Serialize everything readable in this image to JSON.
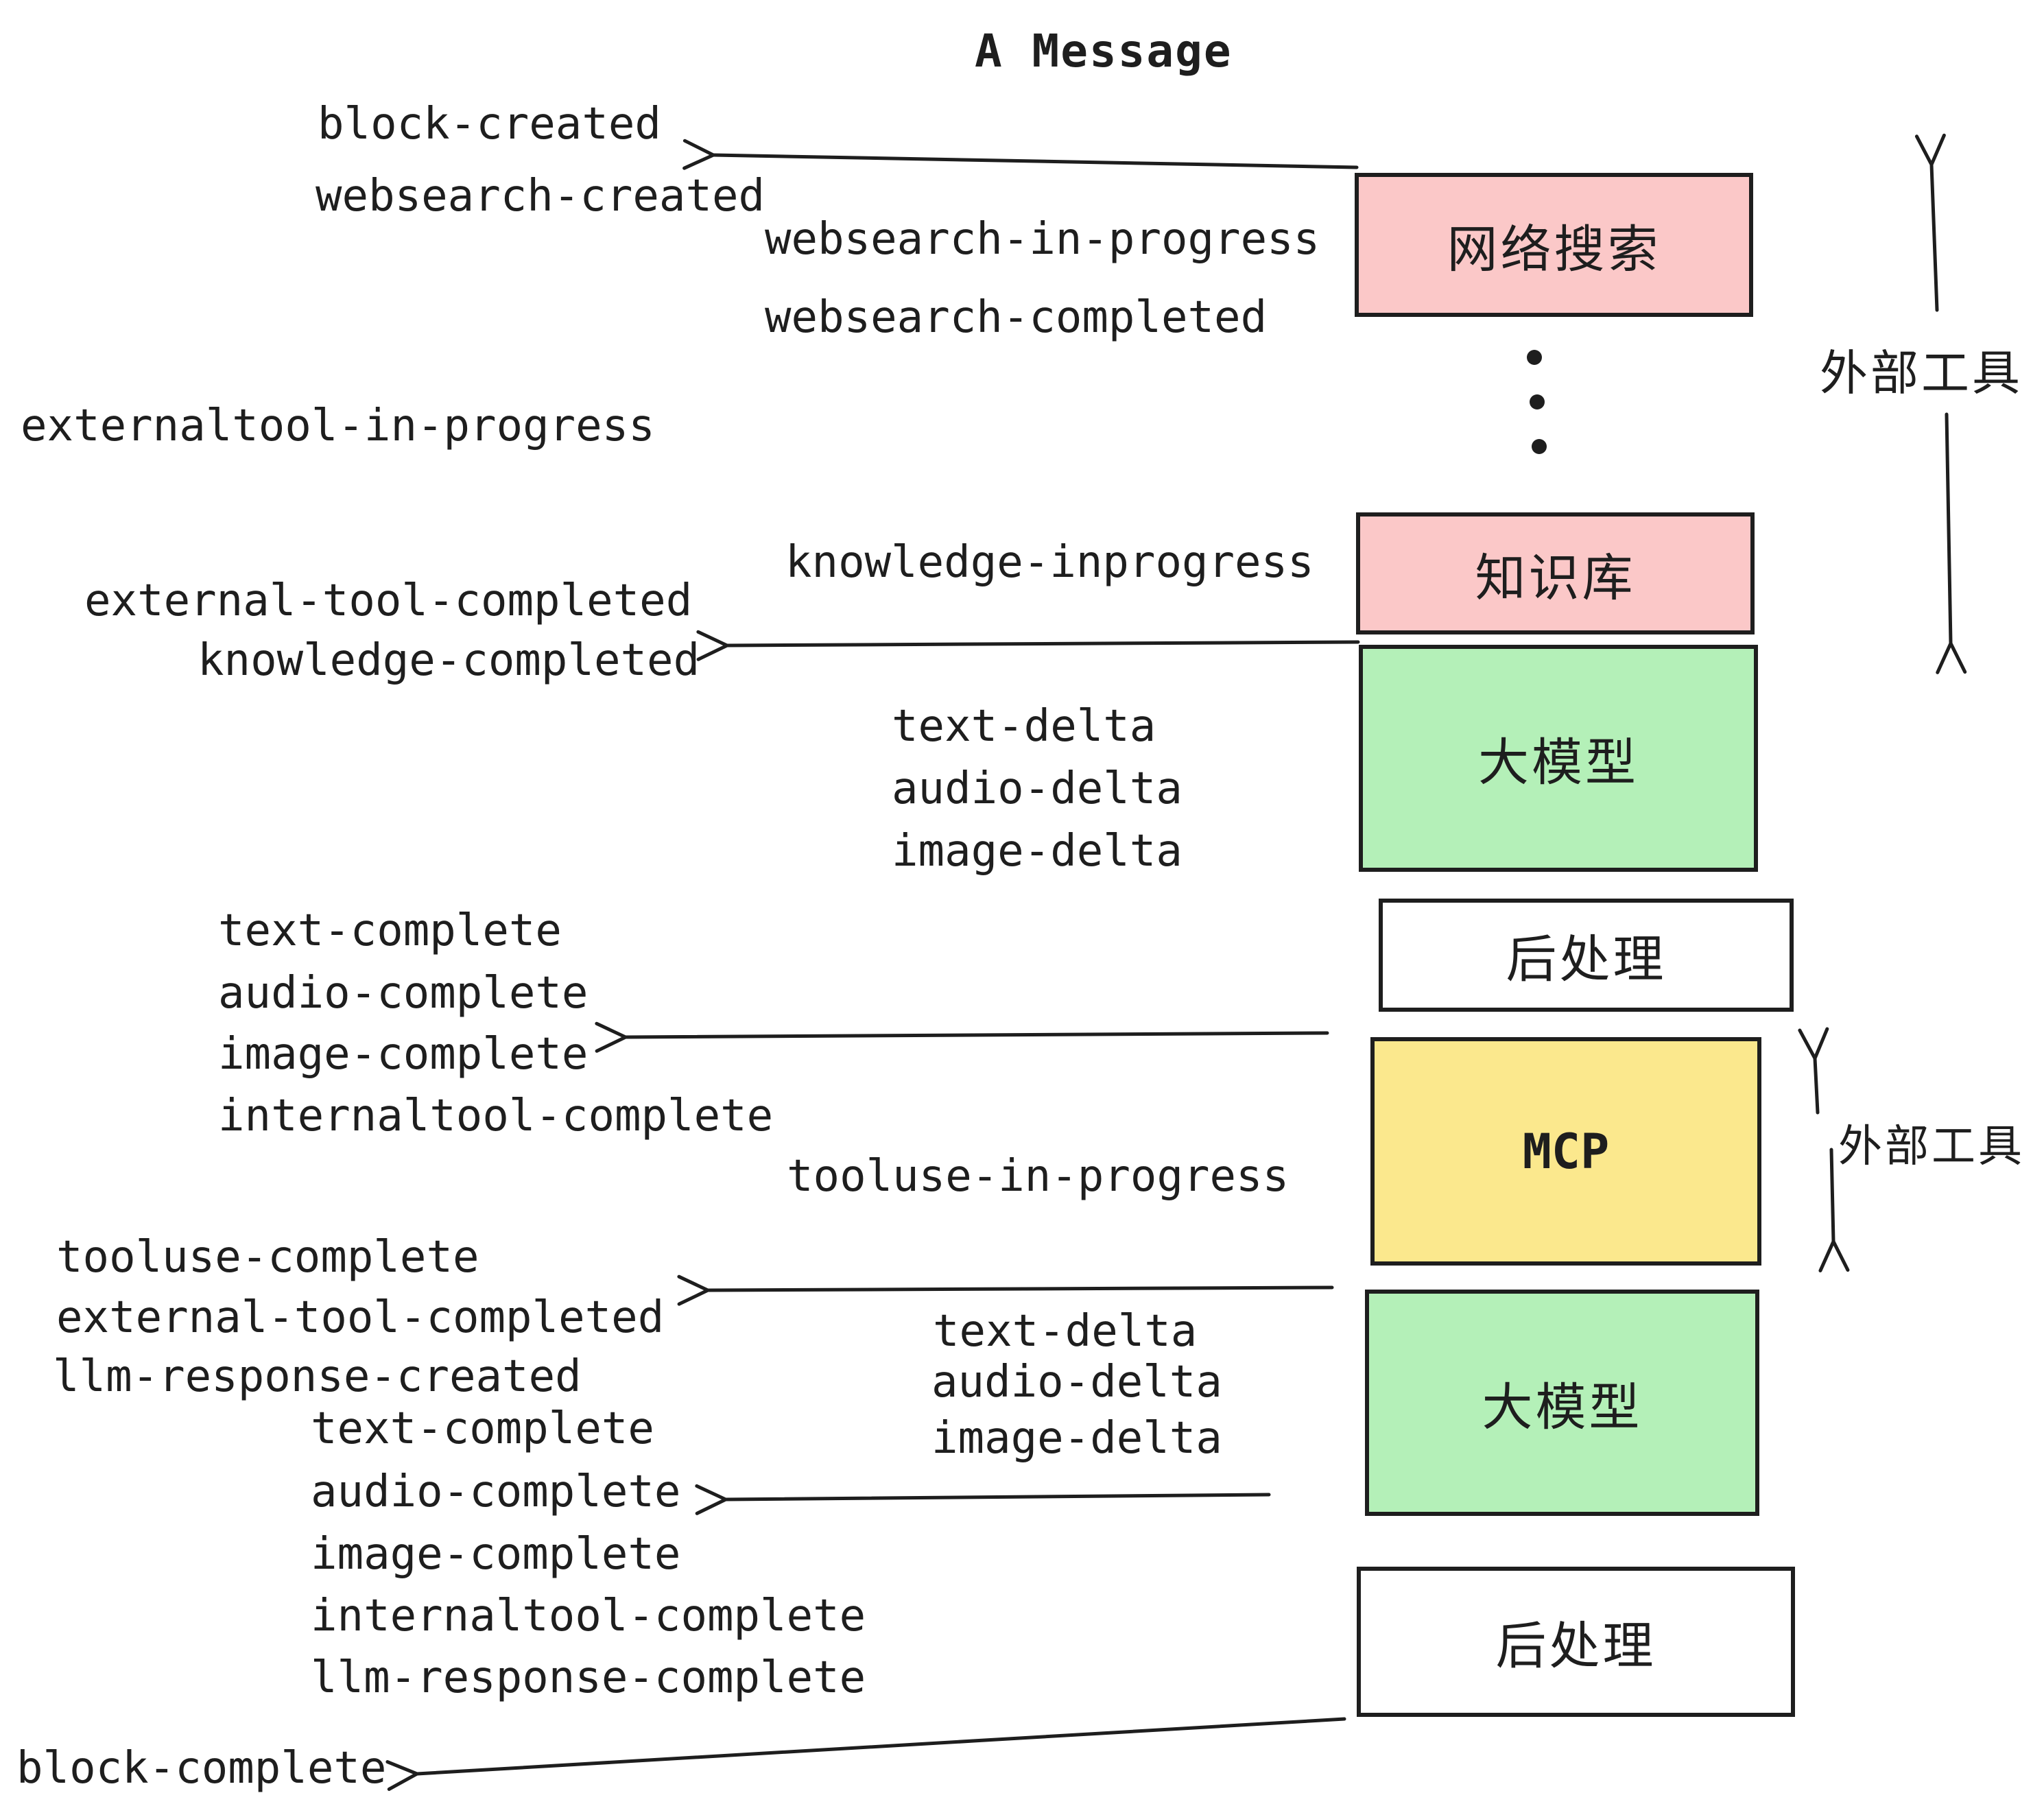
{
  "title": "A Message",
  "events": [
    "block-created",
    "websearch-created",
    "websearch-in-progress",
    "websearch-completed",
    "externaltool-in-progress",
    "knowledge-inprogress",
    "external-tool-completed",
    "knowledge-completed",
    "text-delta",
    "audio-delta",
    "image-delta",
    "text-complete",
    "audio-complete",
    "image-complete",
    "internaltool-complete",
    "tooluse-in-progress",
    "tooluse-complete",
    "external-tool-completed",
    "llm-response-created",
    "text-delta",
    "audio-delta",
    "image-delta",
    "text-complete",
    "audio-complete",
    "image-complete",
    "internaltool-complete",
    "llm-response-complete",
    "block-complete"
  ],
  "boxes": {
    "websearch": "网络搜索",
    "knowledge": "知识库",
    "llm1": "大模型",
    "post1": "后处理",
    "mcp": "MCP",
    "llm2": "大模型",
    "post2": "后处理"
  },
  "annotations": {
    "external_tools_top": "外部工具",
    "external_tools_bottom": "外部工具"
  },
  "colors": {
    "pink": "#fbc8c8",
    "green": "#b4f0b8",
    "yellow": "#fbe88d",
    "white": "#ffffff",
    "ink": "#1e1e1e"
  }
}
